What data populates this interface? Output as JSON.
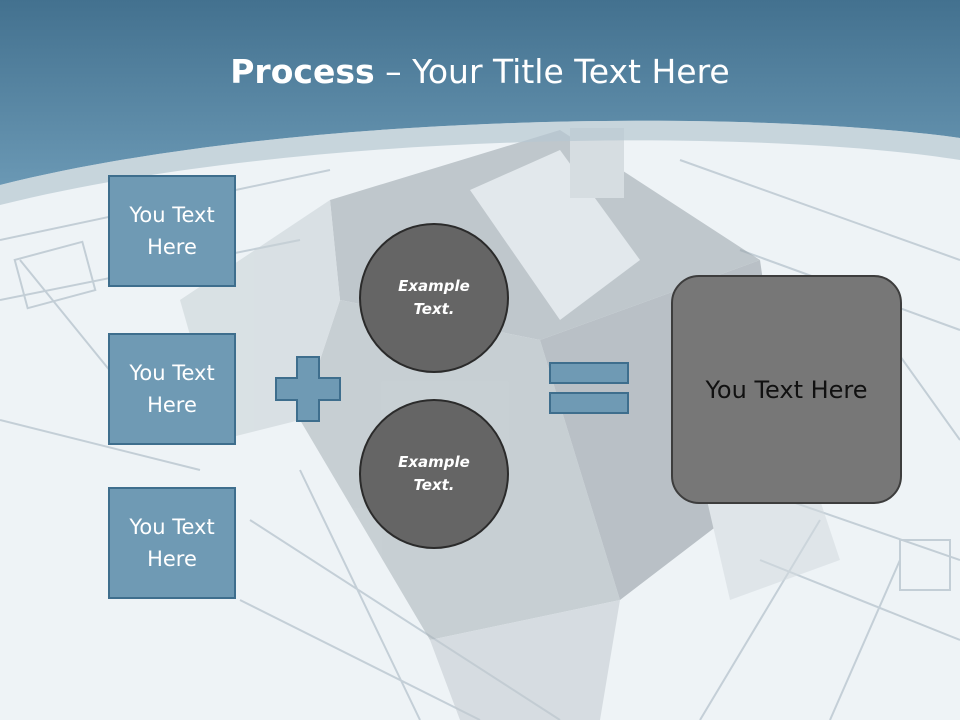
{
  "slide": {
    "title_bold": "Process",
    "title_rest": " – Your Title Text Here"
  },
  "left_boxes": [
    {
      "label": "You Text Here"
    },
    {
      "label": "You Text Here"
    },
    {
      "label": "You Text Here"
    }
  ],
  "operators": {
    "plus_icon": "plus-icon",
    "equals_icon": "equals-icon"
  },
  "circles": [
    {
      "text": "Example Text."
    },
    {
      "text": "Example Text."
    }
  ],
  "result_box": {
    "label": "You Text Here"
  },
  "colors": {
    "header": "#4d7f9f",
    "box_fill": "#6f9ab4",
    "box_border": "#3e6e8d",
    "circle_fill": "#656565",
    "result_fill": "#777777"
  }
}
